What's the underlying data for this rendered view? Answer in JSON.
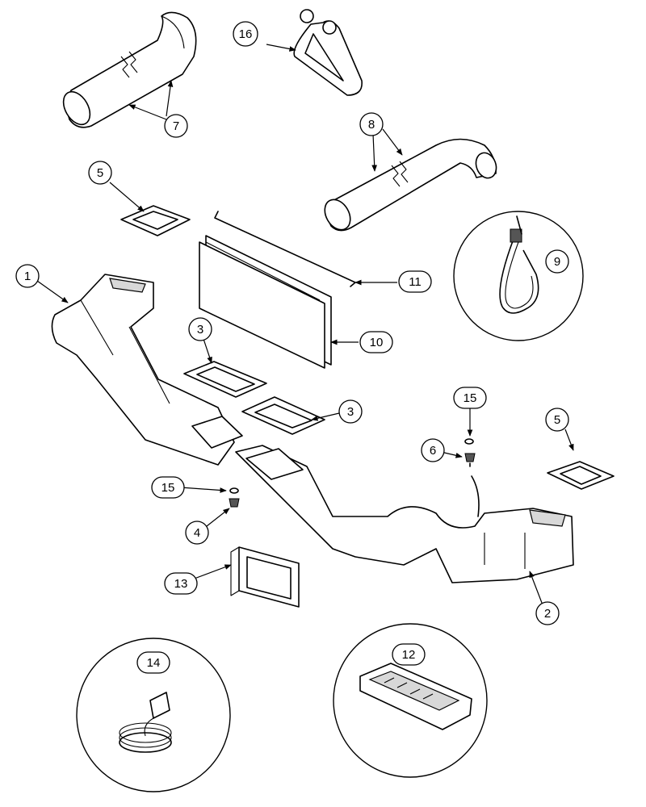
{
  "callouts": {
    "c1": "1",
    "c2": "2",
    "c3a": "3",
    "c3b": "3",
    "c4": "4",
    "c5a": "5",
    "c5b": "5",
    "c6": "6",
    "c7": "7",
    "c8": "8",
    "c9": "9",
    "c10": "10",
    "c11": "11",
    "c12": "12",
    "c13": "13",
    "c14": "14",
    "c15a": "15",
    "c15b": "15",
    "c16": "16"
  }
}
